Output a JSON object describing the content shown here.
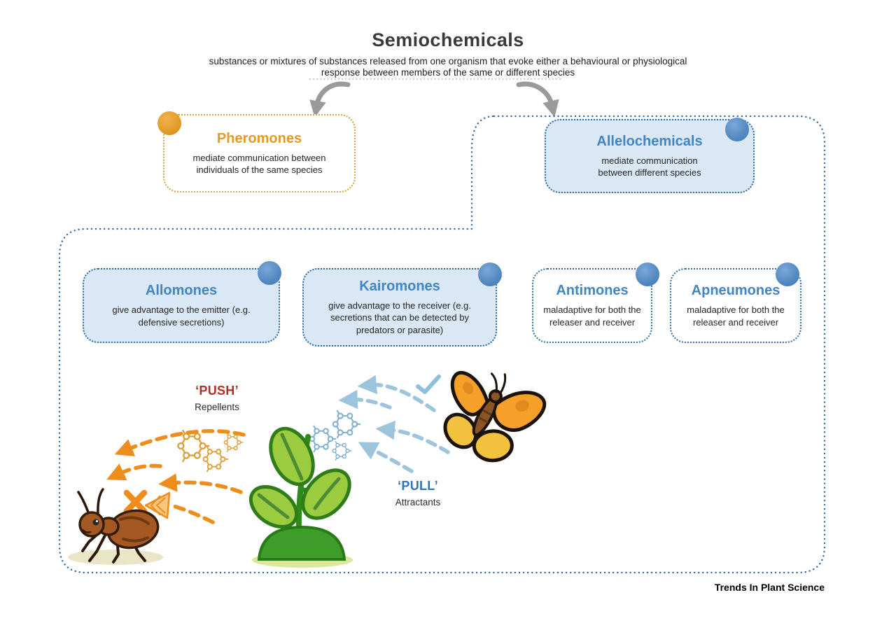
{
  "title": "Semiochemicals",
  "definition_lines": [
    "substances or mixtures of substances released from one organism that evoke either a behavioural or physiological",
    "response between members of the same or different species"
  ],
  "categories": {
    "pheromones": {
      "title": "Pheromones",
      "description": "mediate communication between individuals of the same species"
    },
    "allelochemicals": {
      "title": "Allelochemicals",
      "description": "mediate communication between different species"
    }
  },
  "allelochemical_types": [
    {
      "title": "Allomones",
      "description": "give advantage to the emitter (e.g. defensive secretions)"
    },
    {
      "title": "Kairomones",
      "description": "give advantage to the receiver (e.g. secretions that can be detected by predators or parasite)"
    },
    {
      "title": "Antimones",
      "description": "maladaptive for both the releaser and receiver"
    },
    {
      "title": "Apneumones",
      "description": "maladaptive for both the releaser and receiver"
    }
  ],
  "push_pull": {
    "push": "‘PUSH’",
    "push_caption": "Repellents",
    "pull": "‘PULL’",
    "pull_caption": "Attractants"
  },
  "credit": "Trends In Plant Science",
  "illustrations": {
    "repelled_insect": "ant",
    "emitter": "seedling-plant",
    "attracted_insect": "butterfly",
    "push_symbol": "orange-cross-mark",
    "pull_symbol": "blue-check-mark",
    "volatiles": "molecule-hexagons"
  },
  "colors": {
    "accent_orange": "#E29B26",
    "accent_blue": "#4285C4",
    "box_fill_blue": "#D9E8F4",
    "border_blue": "#2D6CA8",
    "border_orange": "#D9A431",
    "badge_orange": "#E3A02F",
    "badge_blue": "#5A8FC8",
    "push_red": "#B03124",
    "pull_blue": "#2E74C0",
    "arrow_orange": "#EE8D1B",
    "arrow_blue": "#9CC4DD",
    "branch_arrow_gray": "#9A9A9A"
  }
}
